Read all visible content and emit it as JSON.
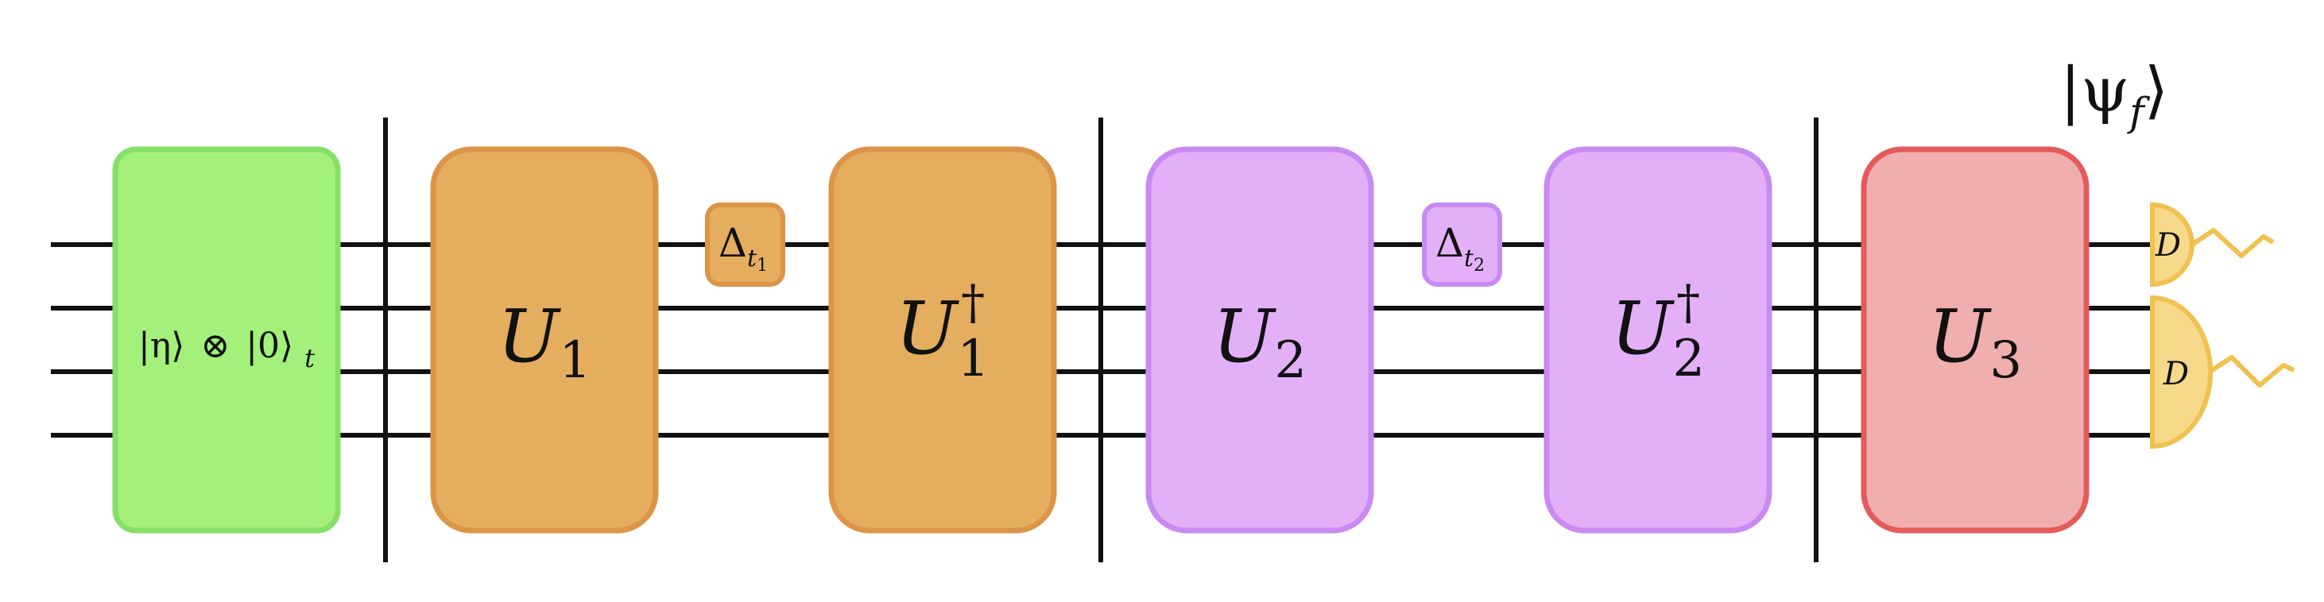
{
  "colors": {
    "wire": "#111111",
    "init_fill": "#a3f07a",
    "init_stroke": "#86df66",
    "stage1_fill": "#e4ae5e",
    "stage1_stroke": "#dc9448",
    "stage2_fill": "#e3b0f8",
    "stage2_stroke": "#c88af2",
    "stage3_fill": "#f0aeae",
    "stage3_stroke": "#e55a5a",
    "detector_fill": "#f6d98a",
    "detector_stroke": "#f0c14e"
  },
  "diagram": {
    "output_state": "|ψ",
    "output_state_sub": "f",
    "output_state_close": "⟩",
    "init_state": {
      "eta": "|η⟩",
      "otimes": "⊗",
      "zero": "|0⟩",
      "sub": "t"
    },
    "gates": {
      "u1": {
        "base": "U",
        "sub": "1"
      },
      "u1_dag": {
        "base": "U",
        "sub": "1",
        "sup": "†"
      },
      "delta_t1": {
        "base": "Δ",
        "sub": "t",
        "subsub": "1"
      },
      "u2": {
        "base": "U",
        "sub": "2"
      },
      "u2_dag": {
        "base": "U",
        "sub": "2",
        "sup": "†"
      },
      "delta_t2": {
        "base": "Δ",
        "sub": "t",
        "subsub": "2"
      },
      "u3": {
        "base": "U",
        "sub": "3"
      }
    },
    "detectors": [
      {
        "label": "D"
      },
      {
        "label": "D"
      }
    ]
  }
}
